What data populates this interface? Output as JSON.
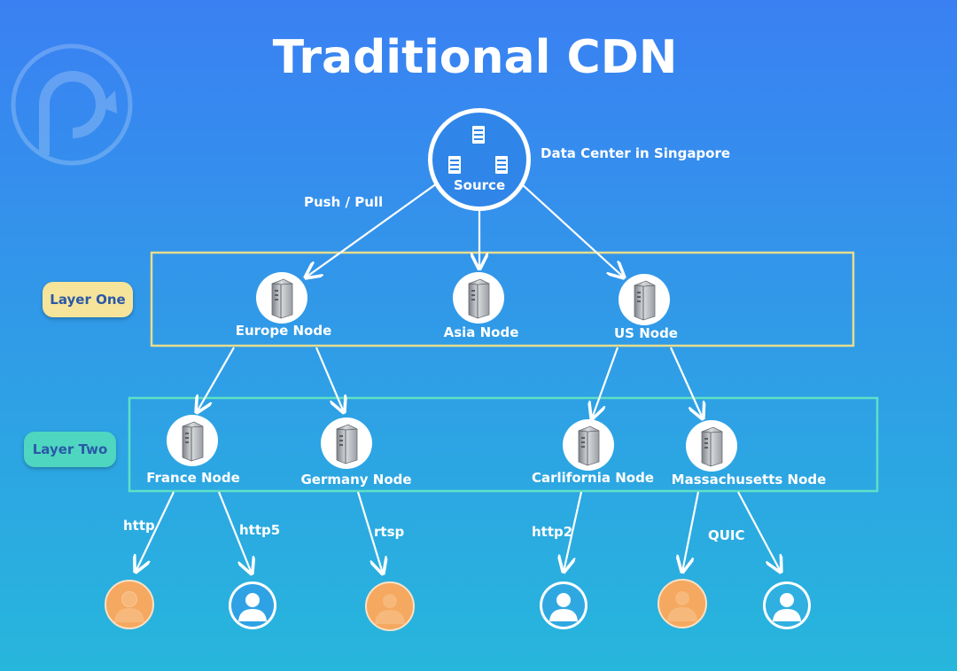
{
  "title": "Traditional CDN",
  "source": {
    "label": "Source",
    "caption": "Data Center in Singapore"
  },
  "push_pull_label": "Push / Pull",
  "layers": {
    "one": "Layer One",
    "two": "Layer Two"
  },
  "layer_one_nodes": [
    "Europe Node",
    "Asia Node",
    "US Node"
  ],
  "layer_two_nodes": [
    "France Node",
    "Germany Node",
    "Carlifornia Node",
    "Massachusetts Node"
  ],
  "protocols": [
    "http",
    "http5",
    "rtsp",
    "http2",
    "QUIC"
  ],
  "users": [
    {
      "name": "user-1",
      "style": "orange"
    },
    {
      "name": "user-2",
      "style": "white"
    },
    {
      "name": "user-3",
      "style": "orange"
    },
    {
      "name": "user-4",
      "style": "white"
    },
    {
      "name": "user-5",
      "style": "orange"
    },
    {
      "name": "user-6",
      "style": "white"
    }
  ],
  "colors": {
    "layer_one_border": "#e8dc8e",
    "layer_two_border": "#5fe0c6",
    "layer_one_pill": "#f6e49a",
    "layer_two_pill": "#4fd6c0",
    "pill_text": "#2a58a8",
    "user_orange": "#f5a860",
    "user_white": "#ffffff"
  }
}
